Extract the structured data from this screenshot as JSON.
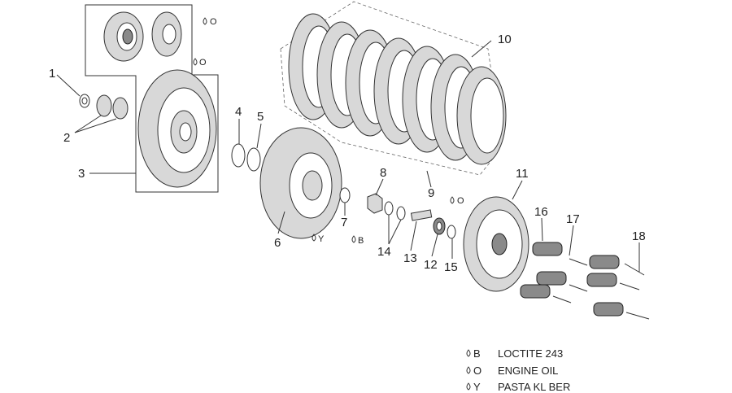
{
  "callouts": {
    "c1": "1",
    "c2": "2",
    "c3": "3",
    "c4": "4",
    "c5": "5",
    "c6": "6",
    "c7": "7",
    "c8": "8",
    "c9": "9",
    "c10": "10",
    "c11": "11",
    "c12": "12",
    "c13": "13",
    "c14": "14",
    "c15": "15",
    "c16": "16",
    "c17": "17",
    "c18": "18"
  },
  "marks": {
    "m_top": "O",
    "m_hub": "O",
    "m_pin": "O",
    "m_six_y": "Y",
    "m_eight_b": "B"
  },
  "legend": [
    {
      "code": "B",
      "label": "LOCTITE 243"
    },
    {
      "code": "O",
      "label": "ENGINE OIL"
    },
    {
      "code": "Y",
      "label": "PASTA KL BER"
    }
  ]
}
